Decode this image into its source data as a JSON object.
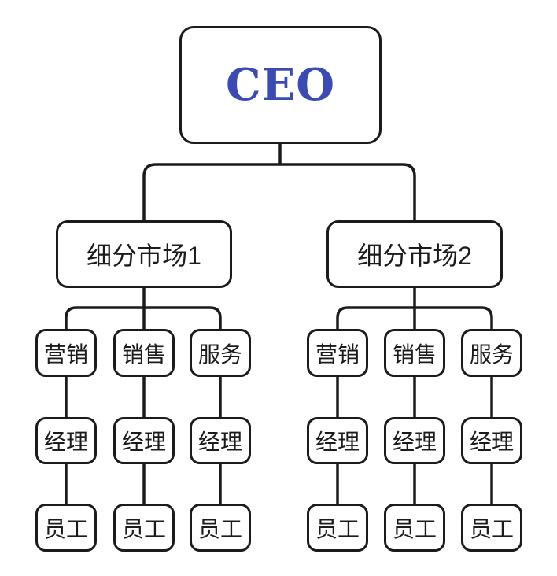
{
  "org": {
    "ceo": {
      "label": "CEO"
    },
    "segments": [
      {
        "label": "细分市场1",
        "branches": [
          {
            "dept": "营销",
            "manager": "经理",
            "staff": "员工"
          },
          {
            "dept": "销售",
            "manager": "经理",
            "staff": "员工"
          },
          {
            "dept": "服务",
            "manager": "经理",
            "staff": "员工"
          }
        ]
      },
      {
        "label": "细分市场2",
        "branches": [
          {
            "dept": "营销",
            "manager": "经理",
            "staff": "员工"
          },
          {
            "dept": "销售",
            "manager": "经理",
            "staff": "员工"
          },
          {
            "dept": "服务",
            "manager": "经理",
            "staff": "员工"
          }
        ]
      }
    ]
  },
  "colors": {
    "ceo_text": "#3a4cb4",
    "line": "#1b1b1b",
    "background": "#ffffff"
  }
}
